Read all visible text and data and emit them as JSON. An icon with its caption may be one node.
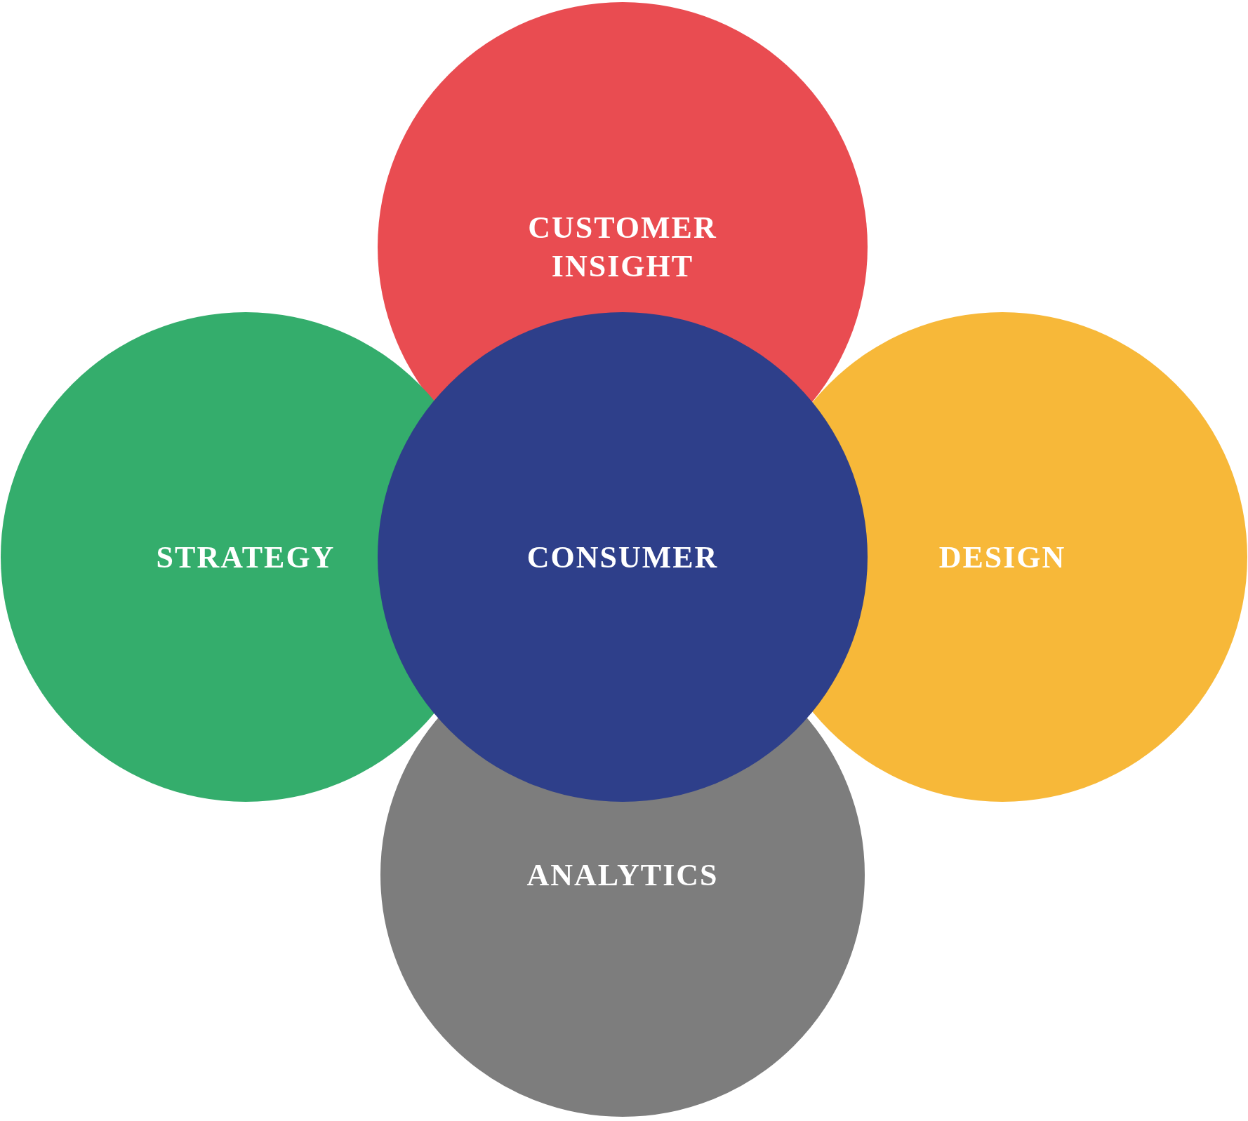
{
  "diagram": {
    "nodes": [
      {
        "text": [
          "CUSTOMER INSIGHT"
        ]
      },
      {
        "text": [
          "STRATEGY"
        ]
      },
      {
        "text": [
          "CONSUMER"
        ]
      },
      {
        "text": [
          "DESIGN"
        ]
      },
      {
        "text": [
          "ANALYTICS"
        ]
      }
    ],
    "edges": []
  }
}
